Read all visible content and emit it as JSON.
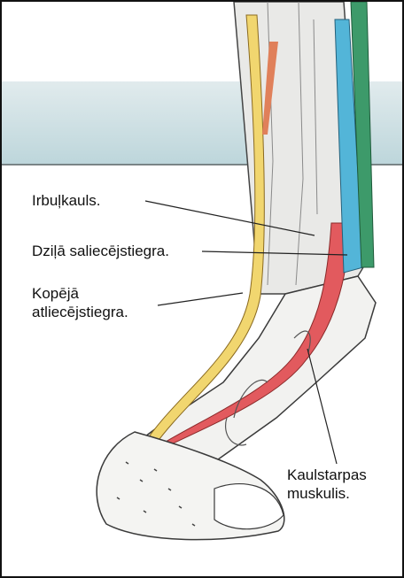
{
  "colors": {
    "sky_top": "#e1ebed",
    "sky_bottom": "#bdd6db",
    "horizon": "#5a6466",
    "yellow_tendon": "#f1d66f",
    "red_muscle": "#e25a5e",
    "blue_tendon": "#53b5d8",
    "green_tendon": "#3d9a6a",
    "bone_outline": "#3a3a3a"
  },
  "labels": {
    "irbulkauls": "Irbuļkauls.",
    "dzila_line1": "Dziļā saliecējstiegra.",
    "kopeja_line1": "Kopējā",
    "kopeja_line2": "atliecējstiegra.",
    "kaulstarpas_line1": "Kaulstarpas",
    "kaulstarpas_line2": "muskulis."
  },
  "icons": {
    "leg": "horse-leg-anatomy-illustration"
  }
}
